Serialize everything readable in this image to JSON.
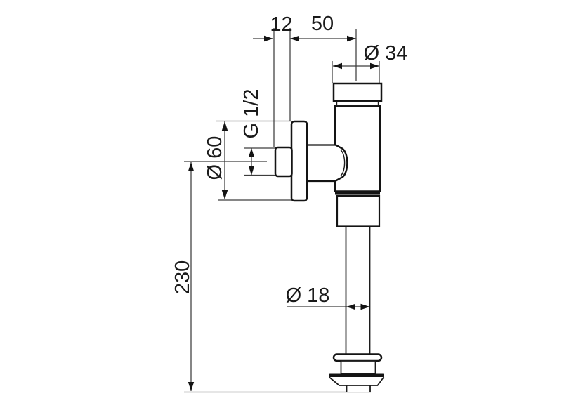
{
  "drawing": {
    "type": "technical-dimension-drawing",
    "subject": "flush-valve-side-elevation",
    "background_color": "#ffffff",
    "line_color": "#1a1a1a",
    "labels": {
      "nut_protrusion": "12",
      "wall_to_axis": "50",
      "head_diameter": "Ø 34",
      "thread_size": "G 1/2",
      "rosette_diameter": "Ø 60",
      "installation_height": "230",
      "pipe_diameter": "Ø 18"
    }
  }
}
